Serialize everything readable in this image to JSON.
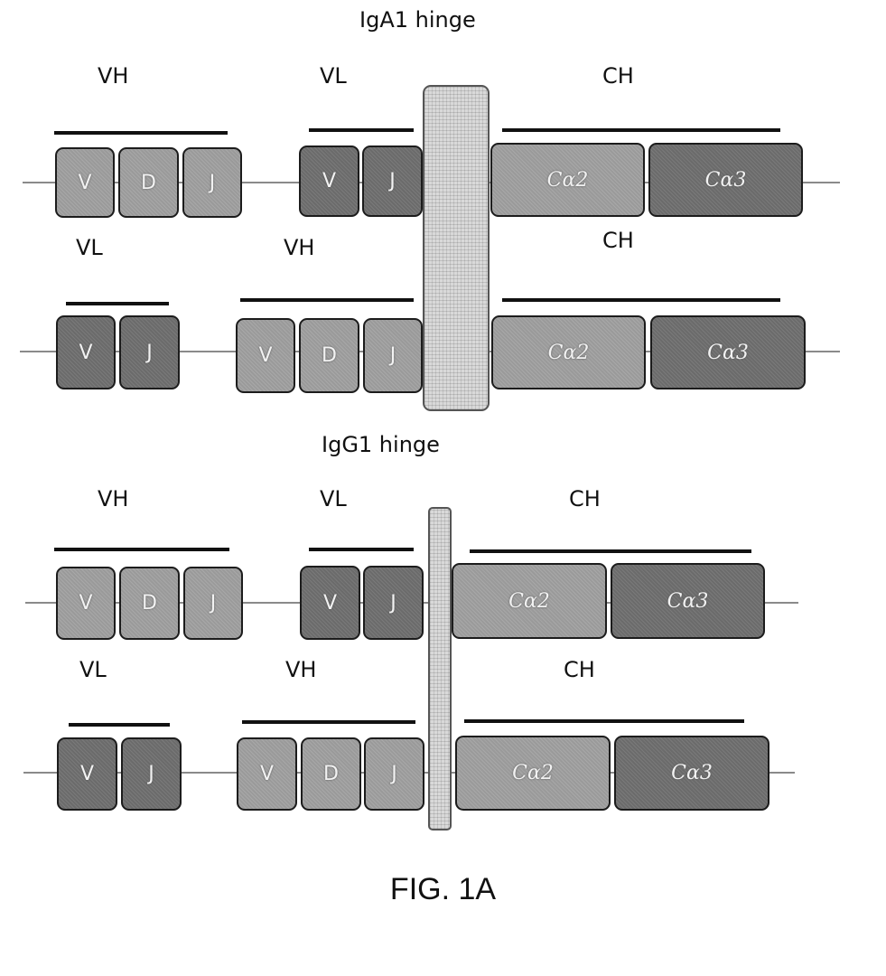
{
  "panels": [
    {
      "hinge_label": "IgA1 hinge",
      "rows": [
        {
          "labels": [
            "VH",
            "VL",
            "CH"
          ],
          "segments": [
            "V",
            "D",
            "J",
            "V",
            "J",
            "Cα2",
            "Cα3"
          ]
        },
        {
          "labels": [
            "VL",
            "VH",
            "CH"
          ],
          "segments": [
            "V",
            "J",
            "V",
            "D",
            "J",
            "Cα2",
            "Cα3"
          ]
        }
      ]
    },
    {
      "hinge_label": "IgG1 hinge",
      "rows": [
        {
          "labels": [
            "VH",
            "VL",
            "CH"
          ],
          "segments": [
            "V",
            "D",
            "J",
            "V",
            "J",
            "Cα2",
            "Cα3"
          ]
        },
        {
          "labels": [
            "VL",
            "VH",
            "CH"
          ],
          "segments": [
            "V",
            "J",
            "V",
            "D",
            "J",
            "Cα2",
            "Cα3"
          ]
        }
      ]
    }
  ],
  "figure_caption": "FIG. 1A",
  "colors": {
    "dark_segment": "#6b6b6b",
    "light_segment": "#9a9a9a",
    "hinge": "#d9d9d9",
    "line": "#111111"
  }
}
